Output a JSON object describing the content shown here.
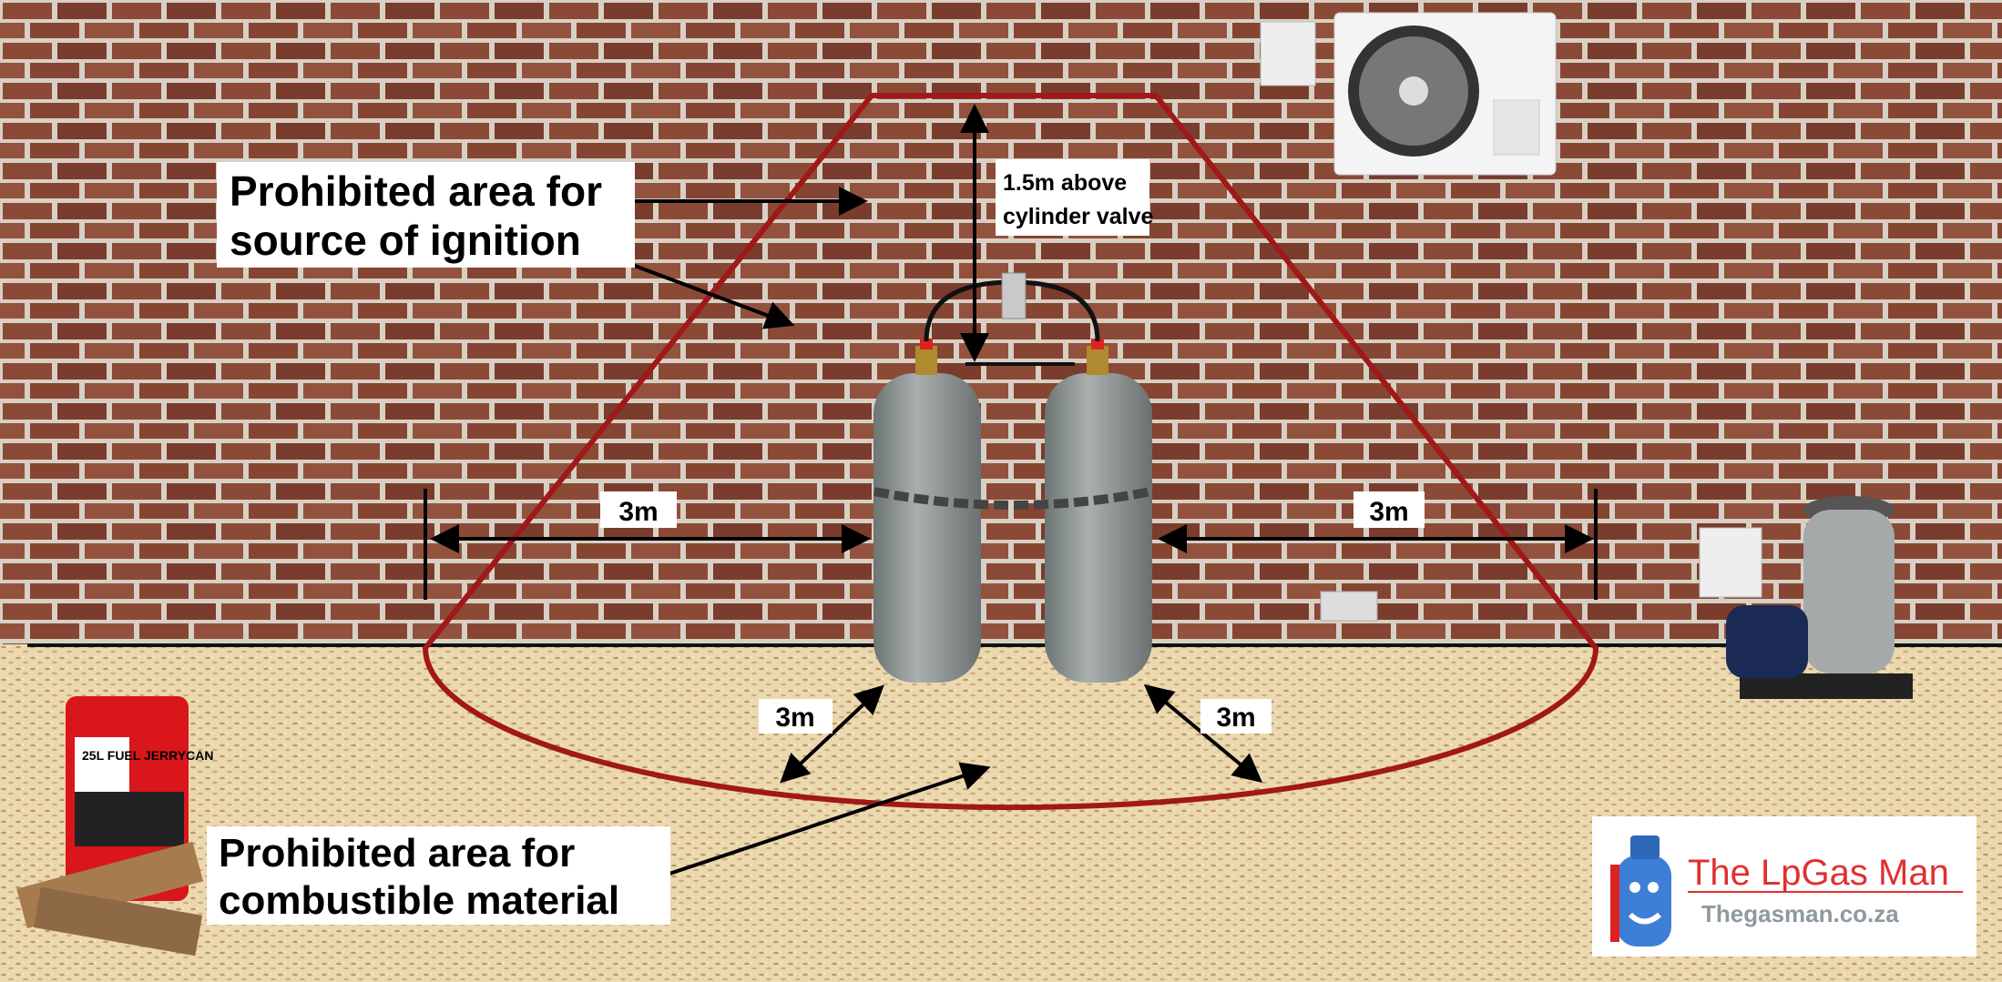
{
  "labels": {
    "ignition_line1": "Prohibited area for",
    "ignition_line2": "source of ignition",
    "height_line1": "1.5m above",
    "height_line2": "cylinder valve",
    "dist_left": "3m",
    "dist_right": "3m",
    "dist_bottom_left": "3m",
    "dist_bottom_right": "3m",
    "combustible_line1": "Prohibited area for",
    "combustible_line2": "combustible material",
    "jerrycan": "25L FUEL JERRYCAN"
  },
  "logo": {
    "title": "The LpGas Man",
    "url": "Thegasman.co.za"
  },
  "colors": {
    "zone_outline": "#a01818",
    "brick": "#8a4a36",
    "mortar": "#d8d0c4",
    "ground": "#e8d3a8",
    "cylinder": "#8f9796",
    "logo_red": "#e03030",
    "logo_gray": "#8e9aa0",
    "mascot_blue": "#3d7fd6"
  }
}
